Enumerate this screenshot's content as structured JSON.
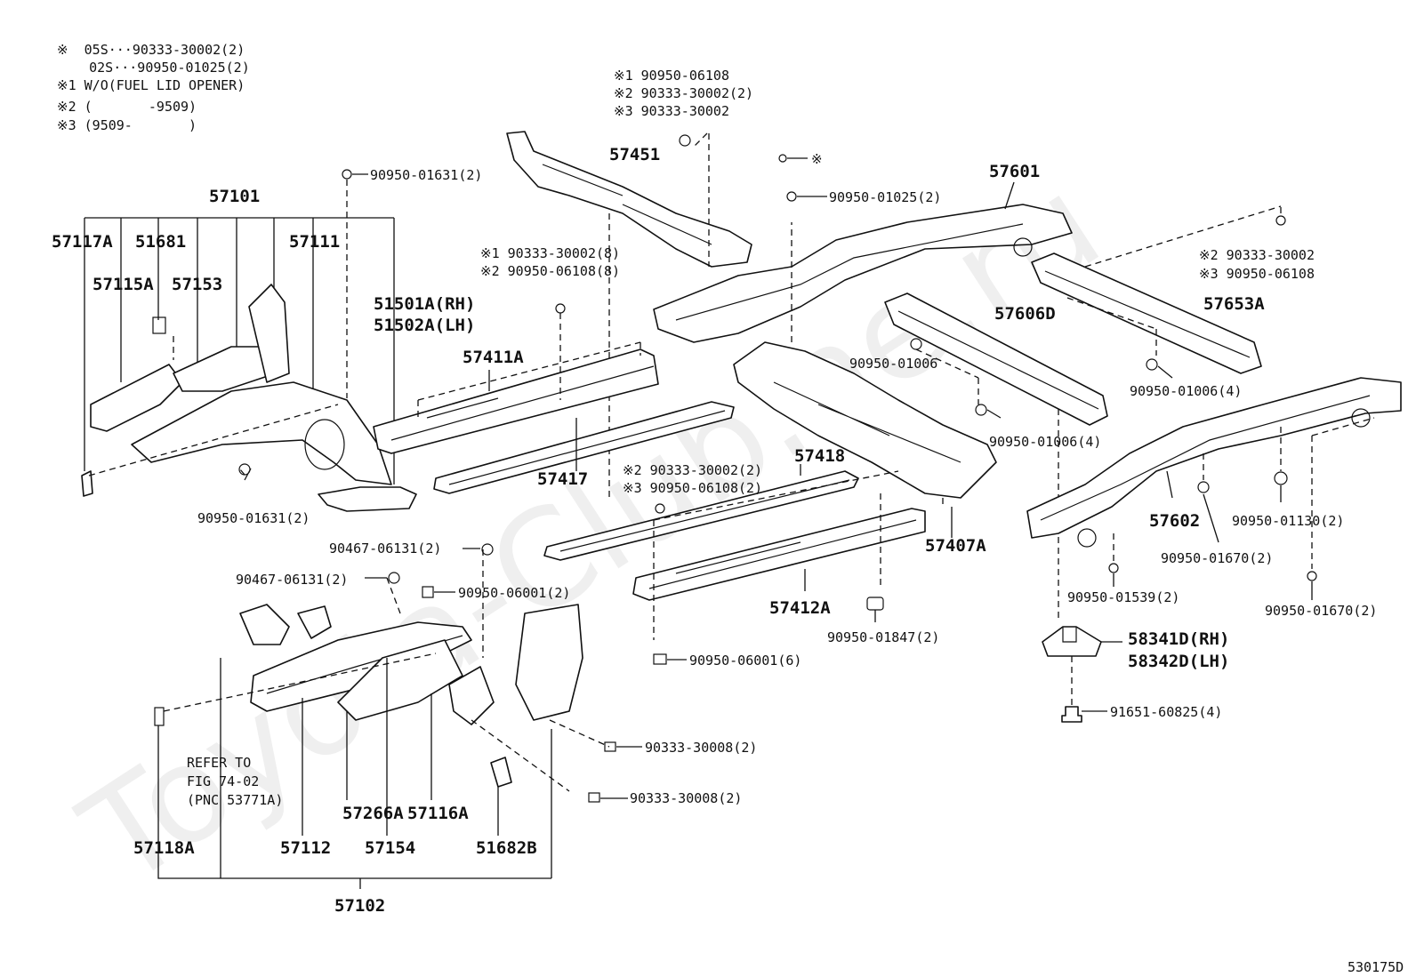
{
  "legend": {
    "lines": [
      "※  05S···90333-30002(2)",
      "    02S···90950-01025(2)",
      "※1 W/O(FUEL LID OPENER)",
      "※2 (       -9509)",
      "※3 (9509-       )"
    ]
  },
  "watermark": "Toyota-Club.ne.ru",
  "figure_id": "530175D",
  "refer_note": [
    "REFER TO",
    "FIG 74-02",
    "(PNC 53771A)"
  ],
  "labels": {
    "p57101": "57101",
    "p57117A": "57117A",
    "p51681": "51681",
    "p57111": "57111",
    "p57115A": "57115A",
    "p57153": "57153",
    "b9095001631_top": "90950-01631(2)",
    "b9095001631_bot": "90950-01631(2)",
    "n_57451_1": "※1 90950-06108",
    "n_57451_2": "※2 90333-30002(2)",
    "n_57451_3": "※3 90333-30002",
    "p57451": "57451",
    "n_57411_1": "※1 90333-30002(8)",
    "n_57411_2": "※2 90950-06108(8)",
    "p51501A": "51501A(RH)",
    "p51502A": "51502A(LH)",
    "p57411A": "57411A",
    "p57417": "57417",
    "star_mark": "※",
    "b9095001025": "90950-01025(2)",
    "p57601": "57601",
    "n_57653_2": "※2 90333-30002",
    "n_57653_3": "※3 90950-06108",
    "p57653A": "57653A",
    "p57606D": "57606D",
    "b9095001006": "90950-01006",
    "b9095001006_4a": "90950-01006(4)",
    "b9095001006_4b": "90950-01006(4)",
    "n_57418_2": "※2 90333-30002(2)",
    "n_57418_3": "※3 90950-06108(2)",
    "p57418": "57418",
    "p57407A": "57407A",
    "p57602": "57602",
    "b9095001130": "90950-01130(2)",
    "b9095001670a": "90950-01670(2)",
    "b9095001670b": "90950-01670(2)",
    "b9095001539": "90950-01539(2)",
    "b9046706131a": "90467-06131(2)",
    "b9046706131b": "90467-06131(2)",
    "b9095006001a": "90950-06001(2)",
    "b9095006001b": "90950-06001(6)",
    "p57412A": "57412A",
    "b9095001847": "90950-01847(2)",
    "p58341D": "58341D(RH)",
    "p58342D": "58342D(LH)",
    "b9165160825": "91651-60825(4)",
    "b9033330008a": "90333-30008(2)",
    "b9033330008b": "90333-30008(2)",
    "p57118A": "57118A",
    "p57112": "57112",
    "p57266A": "57266A",
    "p57154": "57154",
    "p57116A": "57116A",
    "p51682B": "51682B",
    "p57102": "57102"
  }
}
